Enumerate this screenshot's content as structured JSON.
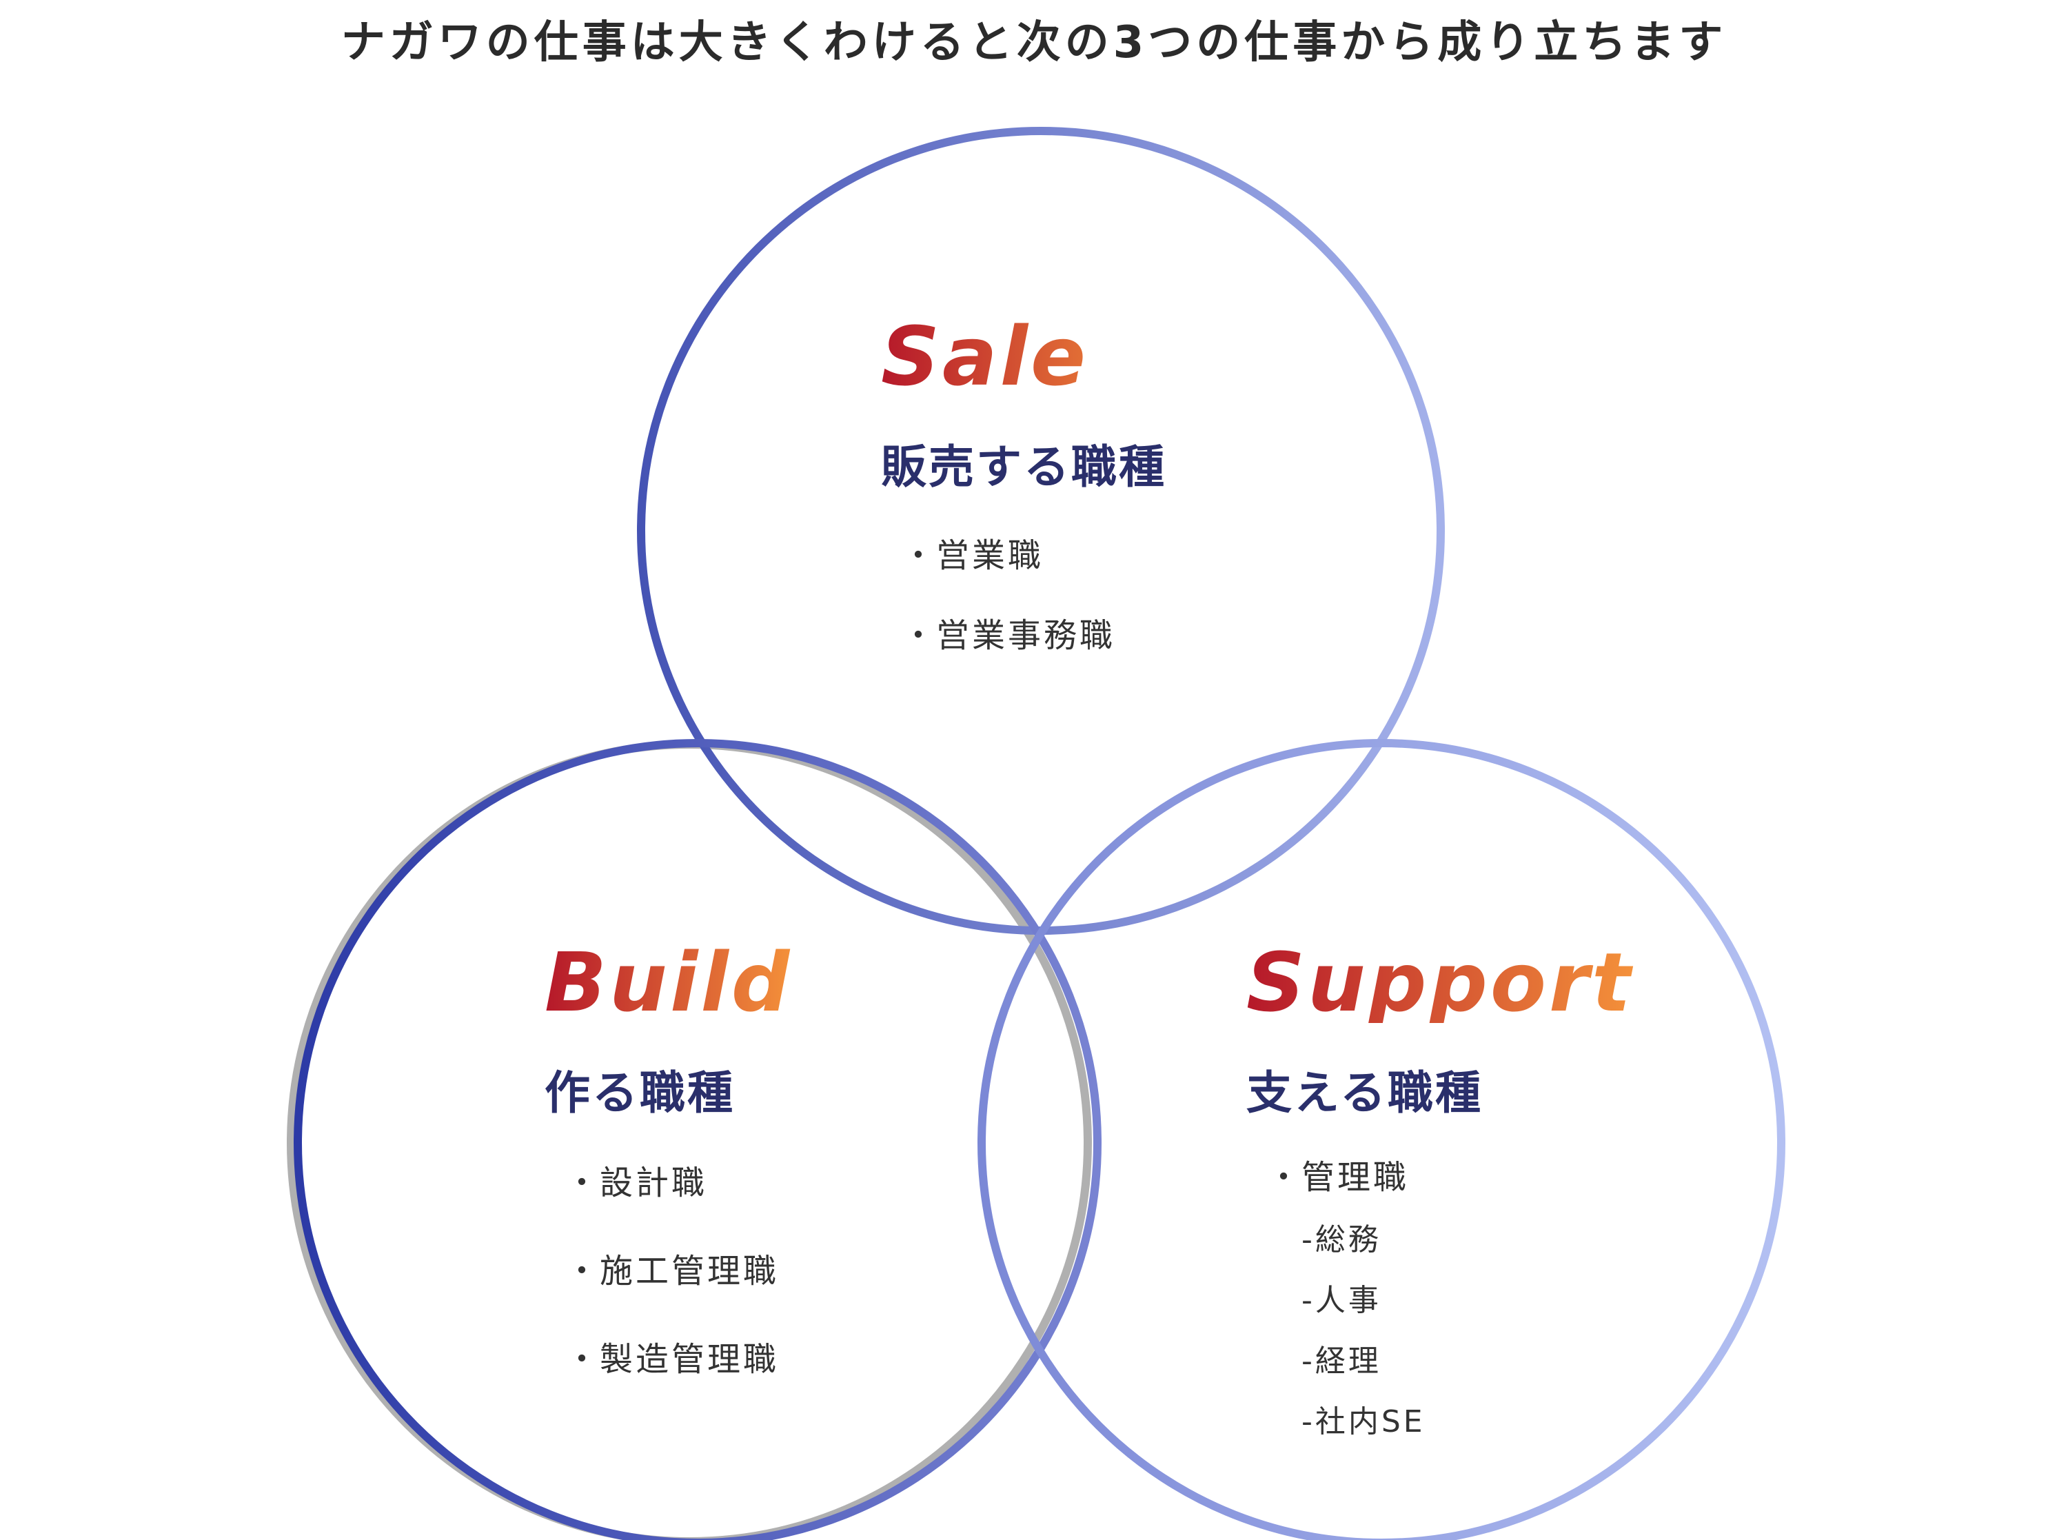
{
  "title": "ナガワの仕事は大きくわけると次の3つの仕事から成り立ちます",
  "colors": {
    "circle_start": "#3d4bb0",
    "circle_end": "#a6b3ec",
    "english_start": "#b5182a",
    "english_end": "#f4913a",
    "heading": "#2a2f6b"
  },
  "sale": {
    "english": "Sale",
    "japanese": "販売する職種",
    "items": [
      "営業職",
      "営業事務職"
    ]
  },
  "build": {
    "english": "Build",
    "japanese": "作る職種",
    "items": [
      "設計職",
      "施工管理職",
      "製造管理職"
    ]
  },
  "support": {
    "english": "Support",
    "japanese": "支える職種",
    "items": [
      "管理職"
    ],
    "subitems": [
      "-総務",
      "-人事",
      "-経理",
      "-社内SE"
    ]
  },
  "bullet": "・"
}
